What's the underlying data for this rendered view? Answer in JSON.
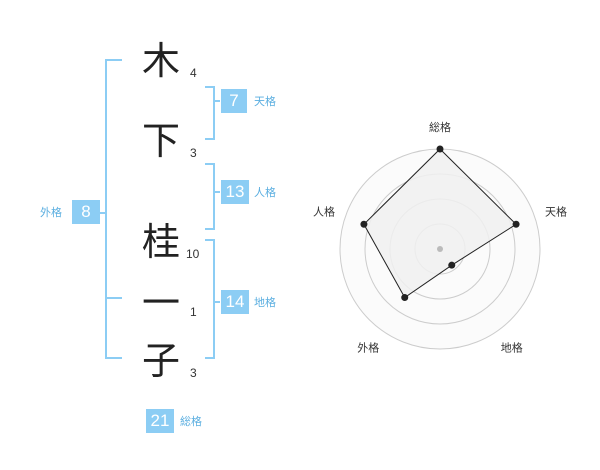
{
  "name_chars": [
    {
      "char": "木",
      "strokes": "4"
    },
    {
      "char": "下",
      "strokes": "3"
    },
    {
      "char": "桂",
      "strokes": "10"
    },
    {
      "char": "一",
      "strokes": "1"
    },
    {
      "char": "子",
      "strokes": "3"
    }
  ],
  "fortunes": {
    "tenkaku": {
      "value": "7",
      "label": "天格"
    },
    "jinkaku": {
      "value": "13",
      "label": "人格"
    },
    "chikaku": {
      "value": "14",
      "label": "地格"
    },
    "gaikaku": {
      "value": "8",
      "label": "外格"
    },
    "soukaku": {
      "value": "21",
      "label": "総格"
    }
  },
  "chart_data": {
    "type": "radar",
    "axes": [
      "総格",
      "天格",
      "地格",
      "外格",
      "人格"
    ],
    "values": [
      5,
      4,
      1,
      3,
      4
    ],
    "range": [
      0,
      5
    ],
    "rings": 4,
    "colors": {
      "fill": "#f0f0f0",
      "line": "#222222",
      "grid": "#cccccc",
      "point": "#222222",
      "center": "#bbbbbb"
    }
  },
  "colors": {
    "accent": "#8ccdf4",
    "label_text": "#5aaee0"
  }
}
